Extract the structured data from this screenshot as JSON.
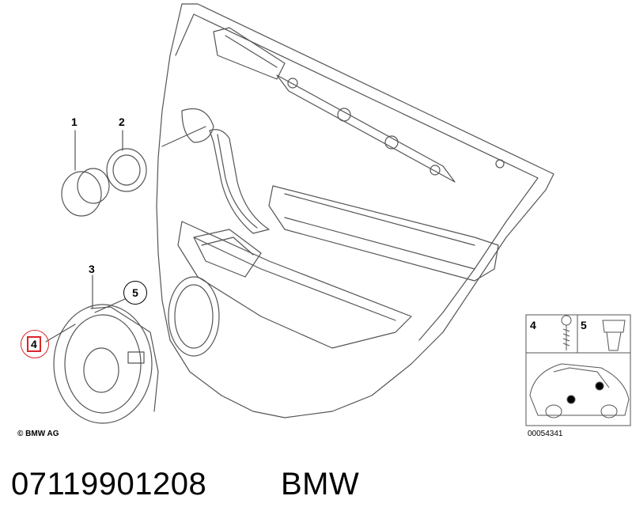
{
  "callouts": {
    "c1": "1",
    "c2": "2",
    "c3": "3",
    "c4": "4",
    "c5": "5"
  },
  "inset": {
    "label_left": "4",
    "label_right": "5",
    "diagram_number": "00054341"
  },
  "copyright": "© BMW AG",
  "part_number": "07119901208",
  "brand": "BMW",
  "colors": {
    "highlight": "#d9262b",
    "line": "#555555"
  }
}
